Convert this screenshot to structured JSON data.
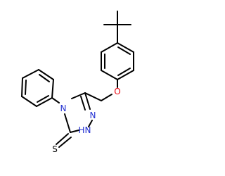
{
  "molecule": {
    "atoms": {
      "O": "O",
      "N4": "N",
      "N2": "N",
      "N1": "N",
      "H1": "H",
      "S": "S"
    }
  },
  "colors": {
    "carbon": "#000000",
    "oxygen": "#e8000b",
    "nitrogen": "#1f2dd1",
    "sulfur": "#000000"
  }
}
